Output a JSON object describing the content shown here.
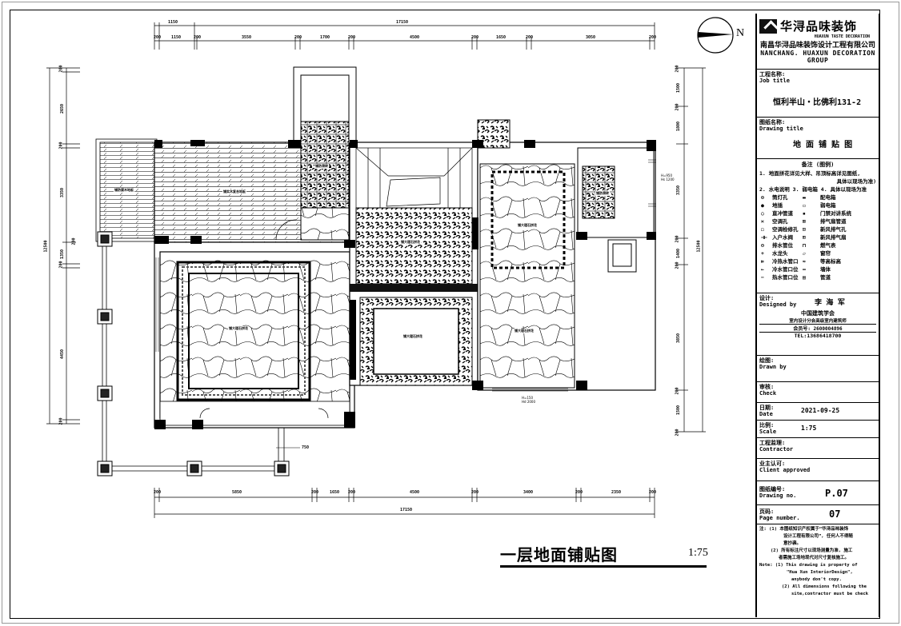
{
  "drawing": {
    "title": "一层地面铺贴图",
    "scale": "1:75",
    "north_label": "N"
  },
  "dimensions": {
    "top_overall": [
      "1150",
      "17150"
    ],
    "top_segments": [
      "200",
      "1150",
      "200",
      "3550",
      "200",
      "1700",
      "200",
      "4500",
      "200",
      "1650",
      "200",
      "3050",
      "200"
    ],
    "bottom_segments": [
      "200",
      "5850",
      "200",
      "1650",
      "200",
      "4500",
      "200",
      "3400",
      "200",
      "2350",
      "200"
    ],
    "bottom_overall": "17150",
    "left_overall": "12500",
    "left_segments": [
      "200",
      "2650",
      "200",
      "3350",
      "200",
      "1350",
      "200",
      "4450",
      "200"
    ],
    "right_overall": "12500",
    "right_segments": [
      "200",
      "1500",
      "200",
      "1800",
      "3350",
      "200",
      "1400",
      "200",
      "3850",
      "200",
      "1500",
      "200"
    ],
    "porch_offset": "750"
  },
  "rooms": [
    {
      "id": "deck",
      "label": "铺防腐木地板"
    },
    {
      "id": "living-wood",
      "label": "铺实木复合地板"
    },
    {
      "id": "bath-1",
      "label": "铺防滑砖"
    },
    {
      "id": "hall-center",
      "label": "铺大理石拼花"
    },
    {
      "id": "living-main",
      "label": "铺大理石拼花"
    },
    {
      "id": "dining",
      "label": "铺大理石拼花"
    },
    {
      "id": "kitchen",
      "label": "铺大理石拼花"
    },
    {
      "id": "entry-inset",
      "label": "铺大理石拼花"
    },
    {
      "id": "bath-2",
      "label": "铺防滑砖"
    }
  ],
  "annotations": {
    "window_right": [
      "H=950",
      "Hs 1200"
    ],
    "window_bottom": [
      "H=150",
      "Hd 2000"
    ]
  },
  "title_block": {
    "logo_cn": "华浔品味装饰",
    "logo_en": "HUAXUN TASTE DECORATION",
    "company_cn": "南昌华浔品味装饰设计工程有限公司",
    "company_en": "NANCHANG. HUAXUN DECORATION GROUP",
    "job_title_label_cn": "工程名称:",
    "job_title_label_en": "Job title",
    "job_title_value": "恒利半山・比佛利131-2",
    "drawing_title_label_cn": "图纸名称:",
    "drawing_title_label_en": "Drawing title",
    "drawing_title_value": "地 面 铺 贴 图",
    "legend_header": "备注 (图例)",
    "legend_notes": [
      "1. 地面拼花详见大样、吊顶标高详见图纸,",
      "具体以现场为准)",
      "2. 水电说明 3. 弱电箱 4. 具体以现场为准"
    ],
    "legend_items": [
      {
        "sym": "⊙",
        "name": "筒灯孔",
        "sym2": "▬",
        "name2": "配电箱"
      },
      {
        "sym": "●",
        "name": "地插",
        "sym2": "▭",
        "name2": "弱电箱"
      },
      {
        "sym": "○",
        "name": "直冲管道",
        "sym2": "▪",
        "name2": "门禁对讲系统"
      },
      {
        "sym": "≍",
        "name": "空调孔",
        "sym2": "⊠",
        "name2": "排气扇管道"
      },
      {
        "sym": "◻",
        "name": "空调检修孔",
        "sym2": "⊡",
        "name2": "新风排气孔"
      },
      {
        "sym": "⊣⊢",
        "name": "入户水阀",
        "sym2": "⊞",
        "name2": "新风排气扇"
      },
      {
        "sym": "⊖",
        "name": "排水管位",
        "sym2": "⊓",
        "name2": "燃气表"
      },
      {
        "sym": "+",
        "name": "水龙头",
        "sym2": "▱",
        "name2": "窗帘"
      },
      {
        "sym": "⇇",
        "name": "冷热水管口",
        "sym2": "≈",
        "name2": "等高标高"
      },
      {
        "sym": "←",
        "name": "冷水管口位",
        "sym2": "═",
        "name2": "墙体"
      },
      {
        "sym": "−",
        "name": "热水管口位",
        "sym2": "▤",
        "name2": "管道"
      }
    ],
    "designed_label_cn": "设计:",
    "designed_label_en": "Designed by",
    "designer_name": "李 海 军",
    "designer_org": "中国建筑学会",
    "designer_org2": "室内设计分会高级室内建筑师",
    "member_no": "会员号: 2600004896",
    "tel": "TEL:13686418700",
    "drawn_label_cn": "绘图:",
    "drawn_label_en": "Drawn by",
    "check_label_cn": "审核:",
    "check_label_en": "Check",
    "date_label_cn": "日期:",
    "date_label_en": "Date",
    "date_value": "2021-09-25",
    "scale_label_cn": "比例:",
    "scale_label_en": "Scale",
    "scale_value": "1:75",
    "contractor_label_cn": "工程监理:",
    "contractor_label_en": "Contractor",
    "client_label_cn": "业主认可:",
    "client_label_en": "Client approved",
    "drawing_no_label_cn": "图纸编号:",
    "drawing_no_label_en": "Drawing no.",
    "drawing_no_value": "P.07",
    "page_label_cn": "页码:",
    "page_label_en": "Page number.",
    "page_value": "07",
    "notes_cn": [
      "注: (1) 本图纸知识产权属于“华浔品味装饰",
      "设计工程有限公司”, 任何人不得随",
      "意抄袭。",
      "(2) 所有标注尺寸以现场测量为准, 施工",
      "者需施工场地现代对尺寸复核施工。"
    ],
    "notes_en": [
      "Note: (1) This drawing is property of",
      "\"Hua Xun InteriorDesign\",",
      "anybody don't copy.",
      "(2) All dimensions following the",
      "site,contractor must be check"
    ]
  }
}
